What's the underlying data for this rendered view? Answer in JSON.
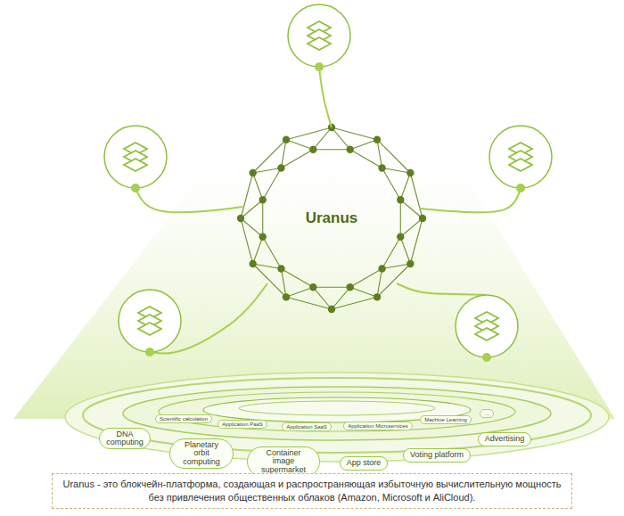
{
  "diagram": {
    "caption": "Uranus - это блокчейн-платформа, создающая и распространяющая избыточную вычислительную мощность без привлечения общественных облаков (Amazon, Microsoft и AliCloud).",
    "nodes": [
      {
        "text": [
          "Uranus"
        ]
      },
      {
        "text": [
          "Scientific calculation"
        ]
      },
      {
        "text": [
          "Application PaaS"
        ]
      },
      {
        "text": [
          "Application SaaS"
        ]
      },
      {
        "text": [
          "Application Microservices"
        ]
      },
      {
        "text": [
          "Machine Learning"
        ]
      },
      {
        "text": [
          "..."
        ]
      },
      {
        "text": [
          "DNA computing"
        ]
      },
      {
        "text": [
          "Planetary orbit computing"
        ]
      },
      {
        "text": [
          "Container image supermarket"
        ]
      },
      {
        "text": [
          "App store"
        ]
      },
      {
        "text": [
          "Voting platform"
        ]
      },
      {
        "text": [
          "Advertising"
        ]
      }
    ]
  }
}
